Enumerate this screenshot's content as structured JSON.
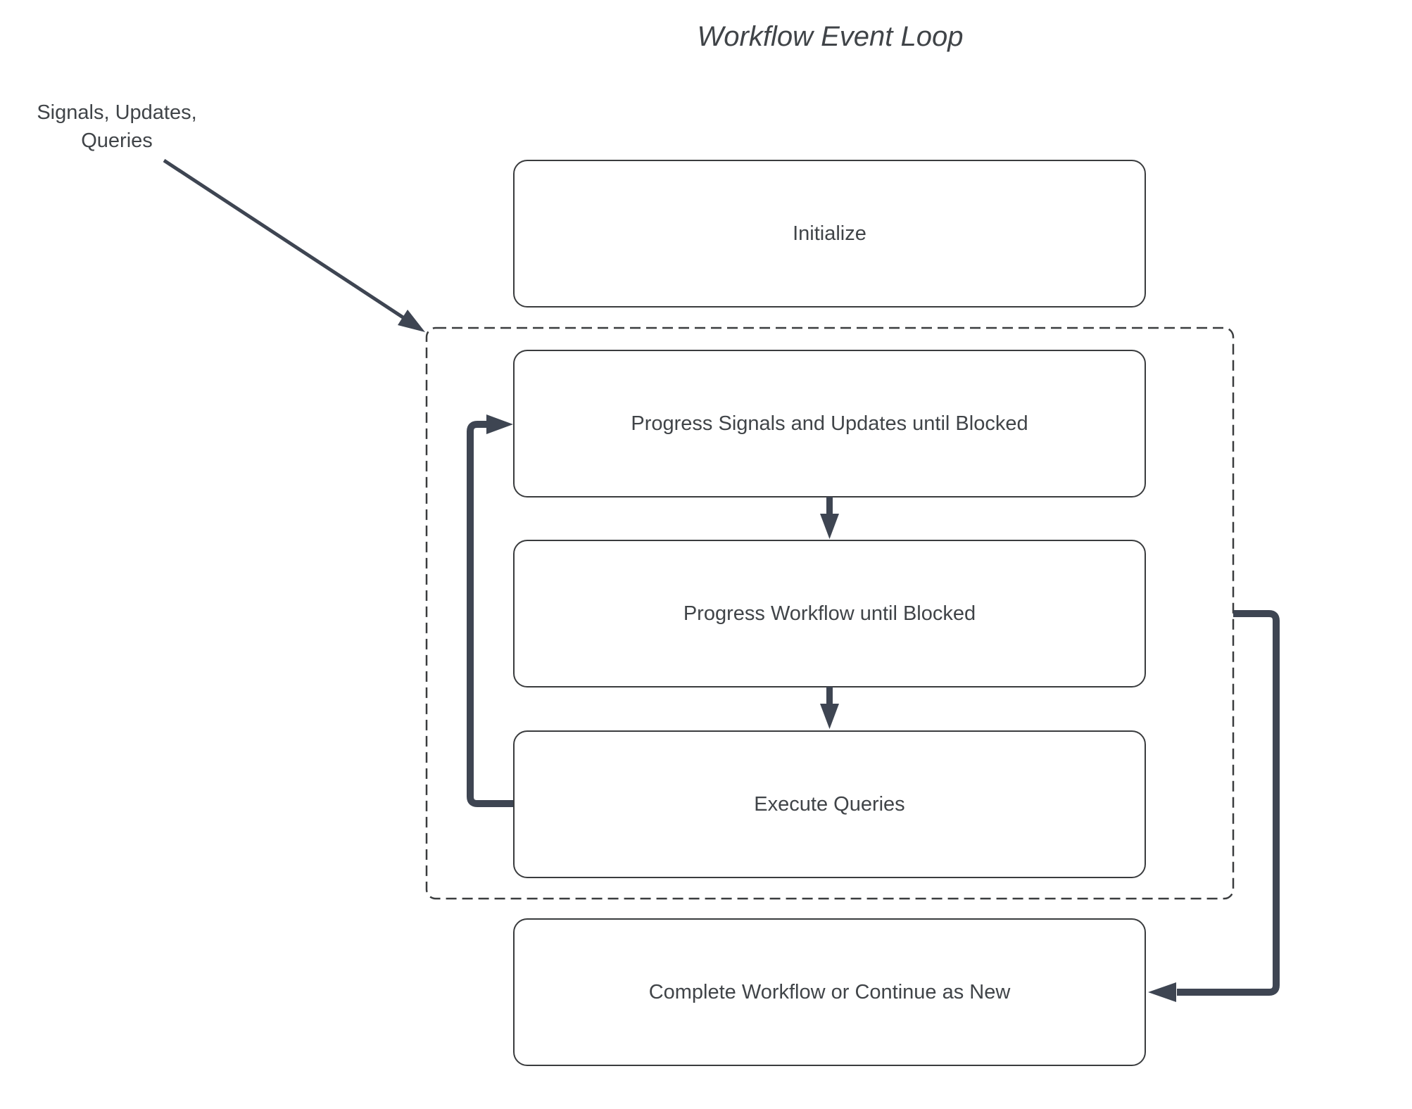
{
  "title": "Workflow Event Loop",
  "annotation": {
    "label": "Signals, Updates,\nQueries"
  },
  "nodes": [
    {
      "id": "initialize",
      "label": "Initialize"
    },
    {
      "id": "progress-signals-updates",
      "label": "Progress Signals and Updates until Blocked"
    },
    {
      "id": "progress-workflow",
      "label": "Progress Workflow until Blocked"
    },
    {
      "id": "execute-queries",
      "label": "Execute Queries"
    },
    {
      "id": "complete-or-continue",
      "label": "Complete Workflow or Continue as New"
    }
  ],
  "container": {
    "id": "event-loop-group",
    "style": "dashed-rounded-rectangle",
    "contains": [
      "progress-signals-updates",
      "progress-workflow",
      "execute-queries"
    ]
  },
  "edges": [
    {
      "from": "signals-updates-queries-annotation",
      "to": "event-loop-group",
      "type": "straight-diagonal-arrow"
    },
    {
      "from": "progress-signals-updates",
      "to": "progress-workflow",
      "type": "down-arrow"
    },
    {
      "from": "progress-workflow",
      "to": "execute-queries",
      "type": "down-arrow"
    },
    {
      "from": "execute-queries",
      "to": "progress-signals-updates",
      "type": "loop-back-left-elbow-arrow"
    },
    {
      "from": "event-loop-group",
      "to": "complete-or-continue",
      "type": "right-elbow-arrow"
    }
  ],
  "colors": {
    "background": "#ffffff",
    "text": "#404448",
    "border": "#3a3c3e",
    "connector": "#3e4552"
  }
}
